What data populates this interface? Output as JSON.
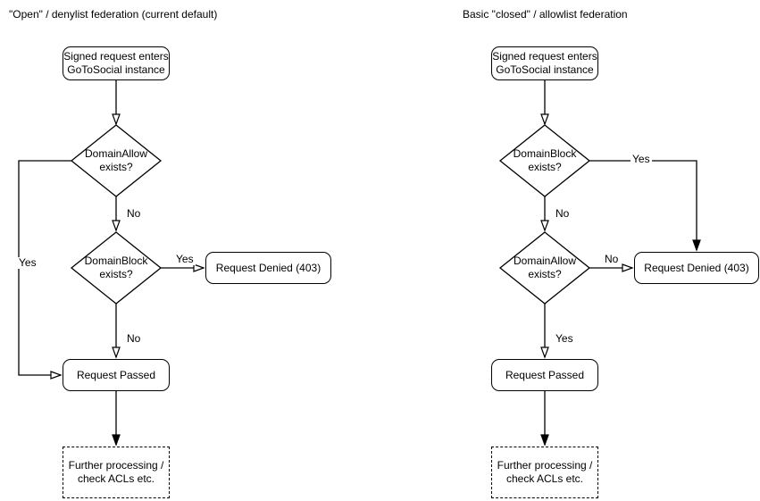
{
  "diagram": {
    "left": {
      "title": "\"Open\" / denylist federation (current default)",
      "start_line1": "Signed request enters",
      "start_line2": "GoToSocial instance",
      "decision1_line1": "DomainAllow",
      "decision1_line2": "exists?",
      "decision1_yes": "Yes",
      "decision1_no": "No",
      "decision2_line1": "DomainBlock",
      "decision2_line2": "exists?",
      "decision2_yes": "Yes",
      "decision2_no": "No",
      "denied": "Request Denied (403)",
      "passed": "Request Passed",
      "further_line1": "Further processing /",
      "further_line2": "check ACLs etc."
    },
    "right": {
      "title": "Basic \"closed\" / allowlist federation",
      "start_line1": "Signed request enters",
      "start_line2": "GoToSocial instance",
      "decision1_line1": "DomainBlock",
      "decision1_line2": "exists?",
      "decision1_yes": "Yes",
      "decision1_no": "No",
      "decision2_line1": "DomainAllow",
      "decision2_line2": "exists?",
      "decision2_yes": "Yes",
      "decision2_no": "No",
      "denied": "Request Denied (403)",
      "passed": "Request Passed",
      "further_line1": "Further processing /",
      "further_line2": "check ACLs etc."
    }
  },
  "colors": {
    "stroke": "#000000",
    "text": "#000000",
    "background": "#ffffff"
  }
}
